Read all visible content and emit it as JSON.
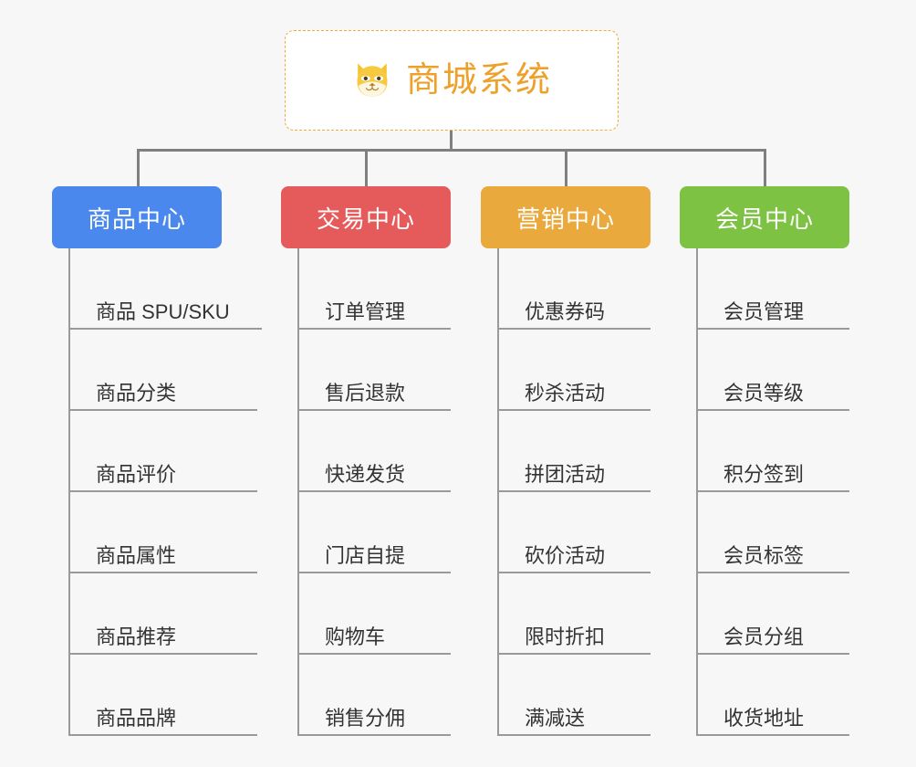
{
  "diagram": {
    "type": "org-chart",
    "background_color": "#f7f7f7",
    "root": {
      "title": "商城系统",
      "icon": "shiba-dog-face-icon",
      "border_color": "#edab3a",
      "text_color": "#eda12b",
      "background_color": "#ffffff"
    },
    "connector_color": "#808080",
    "branches": [
      {
        "label": "商品中心",
        "color": "#4a88ee",
        "items": [
          "商品 SPU/SKU",
          "商品分类",
          "商品评价",
          "商品属性",
          "商品推荐",
          "商品品牌"
        ]
      },
      {
        "label": "交易中心",
        "color": "#e55b5b",
        "items": [
          "订单管理",
          "售后退款",
          "快递发货",
          "门店自提",
          "购物车",
          "销售分佣"
        ]
      },
      {
        "label": "营销中心",
        "color": "#eaa93c",
        "items": [
          "优惠券码",
          "秒杀活动",
          "拼团活动",
          "砍价活动",
          "限时折扣",
          "满减送"
        ]
      },
      {
        "label": "会员中心",
        "color": "#7dc košt"
      }
    ]
  }
}
